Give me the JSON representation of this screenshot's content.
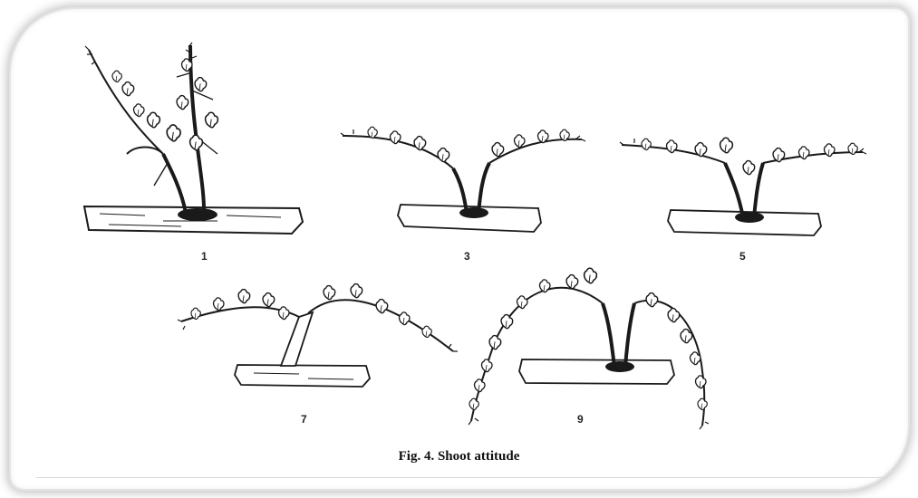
{
  "figure": {
    "caption": "Fig. 4.  Shoot attitude",
    "panels": [
      {
        "label": "1"
      },
      {
        "label": "3"
      },
      {
        "label": "5"
      },
      {
        "label": "7"
      },
      {
        "label": "9"
      }
    ]
  },
  "colors": {
    "ink": "#1a1a1a",
    "background": "#ffffff",
    "frame_shadow": "#c7c7c7"
  }
}
